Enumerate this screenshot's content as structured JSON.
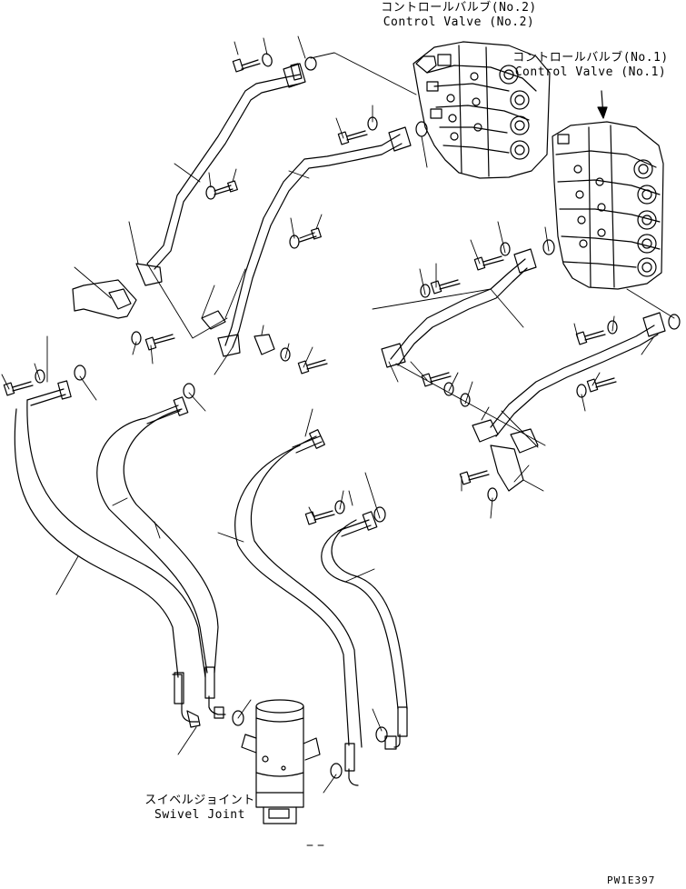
{
  "labels": {
    "control_valve_2_jp": "コントロールバルブ(No.2)",
    "control_valve_2_en": "Control Valve (No.2)",
    "control_valve_1_jp": "コントロールバルブ(No.1)",
    "control_valve_1_en": "Control Valve (No.1)",
    "swivel_joint_jp": "スイベルジョイント",
    "swivel_joint_en": "Swivel Joint",
    "drawing_code": "PW1E397"
  }
}
